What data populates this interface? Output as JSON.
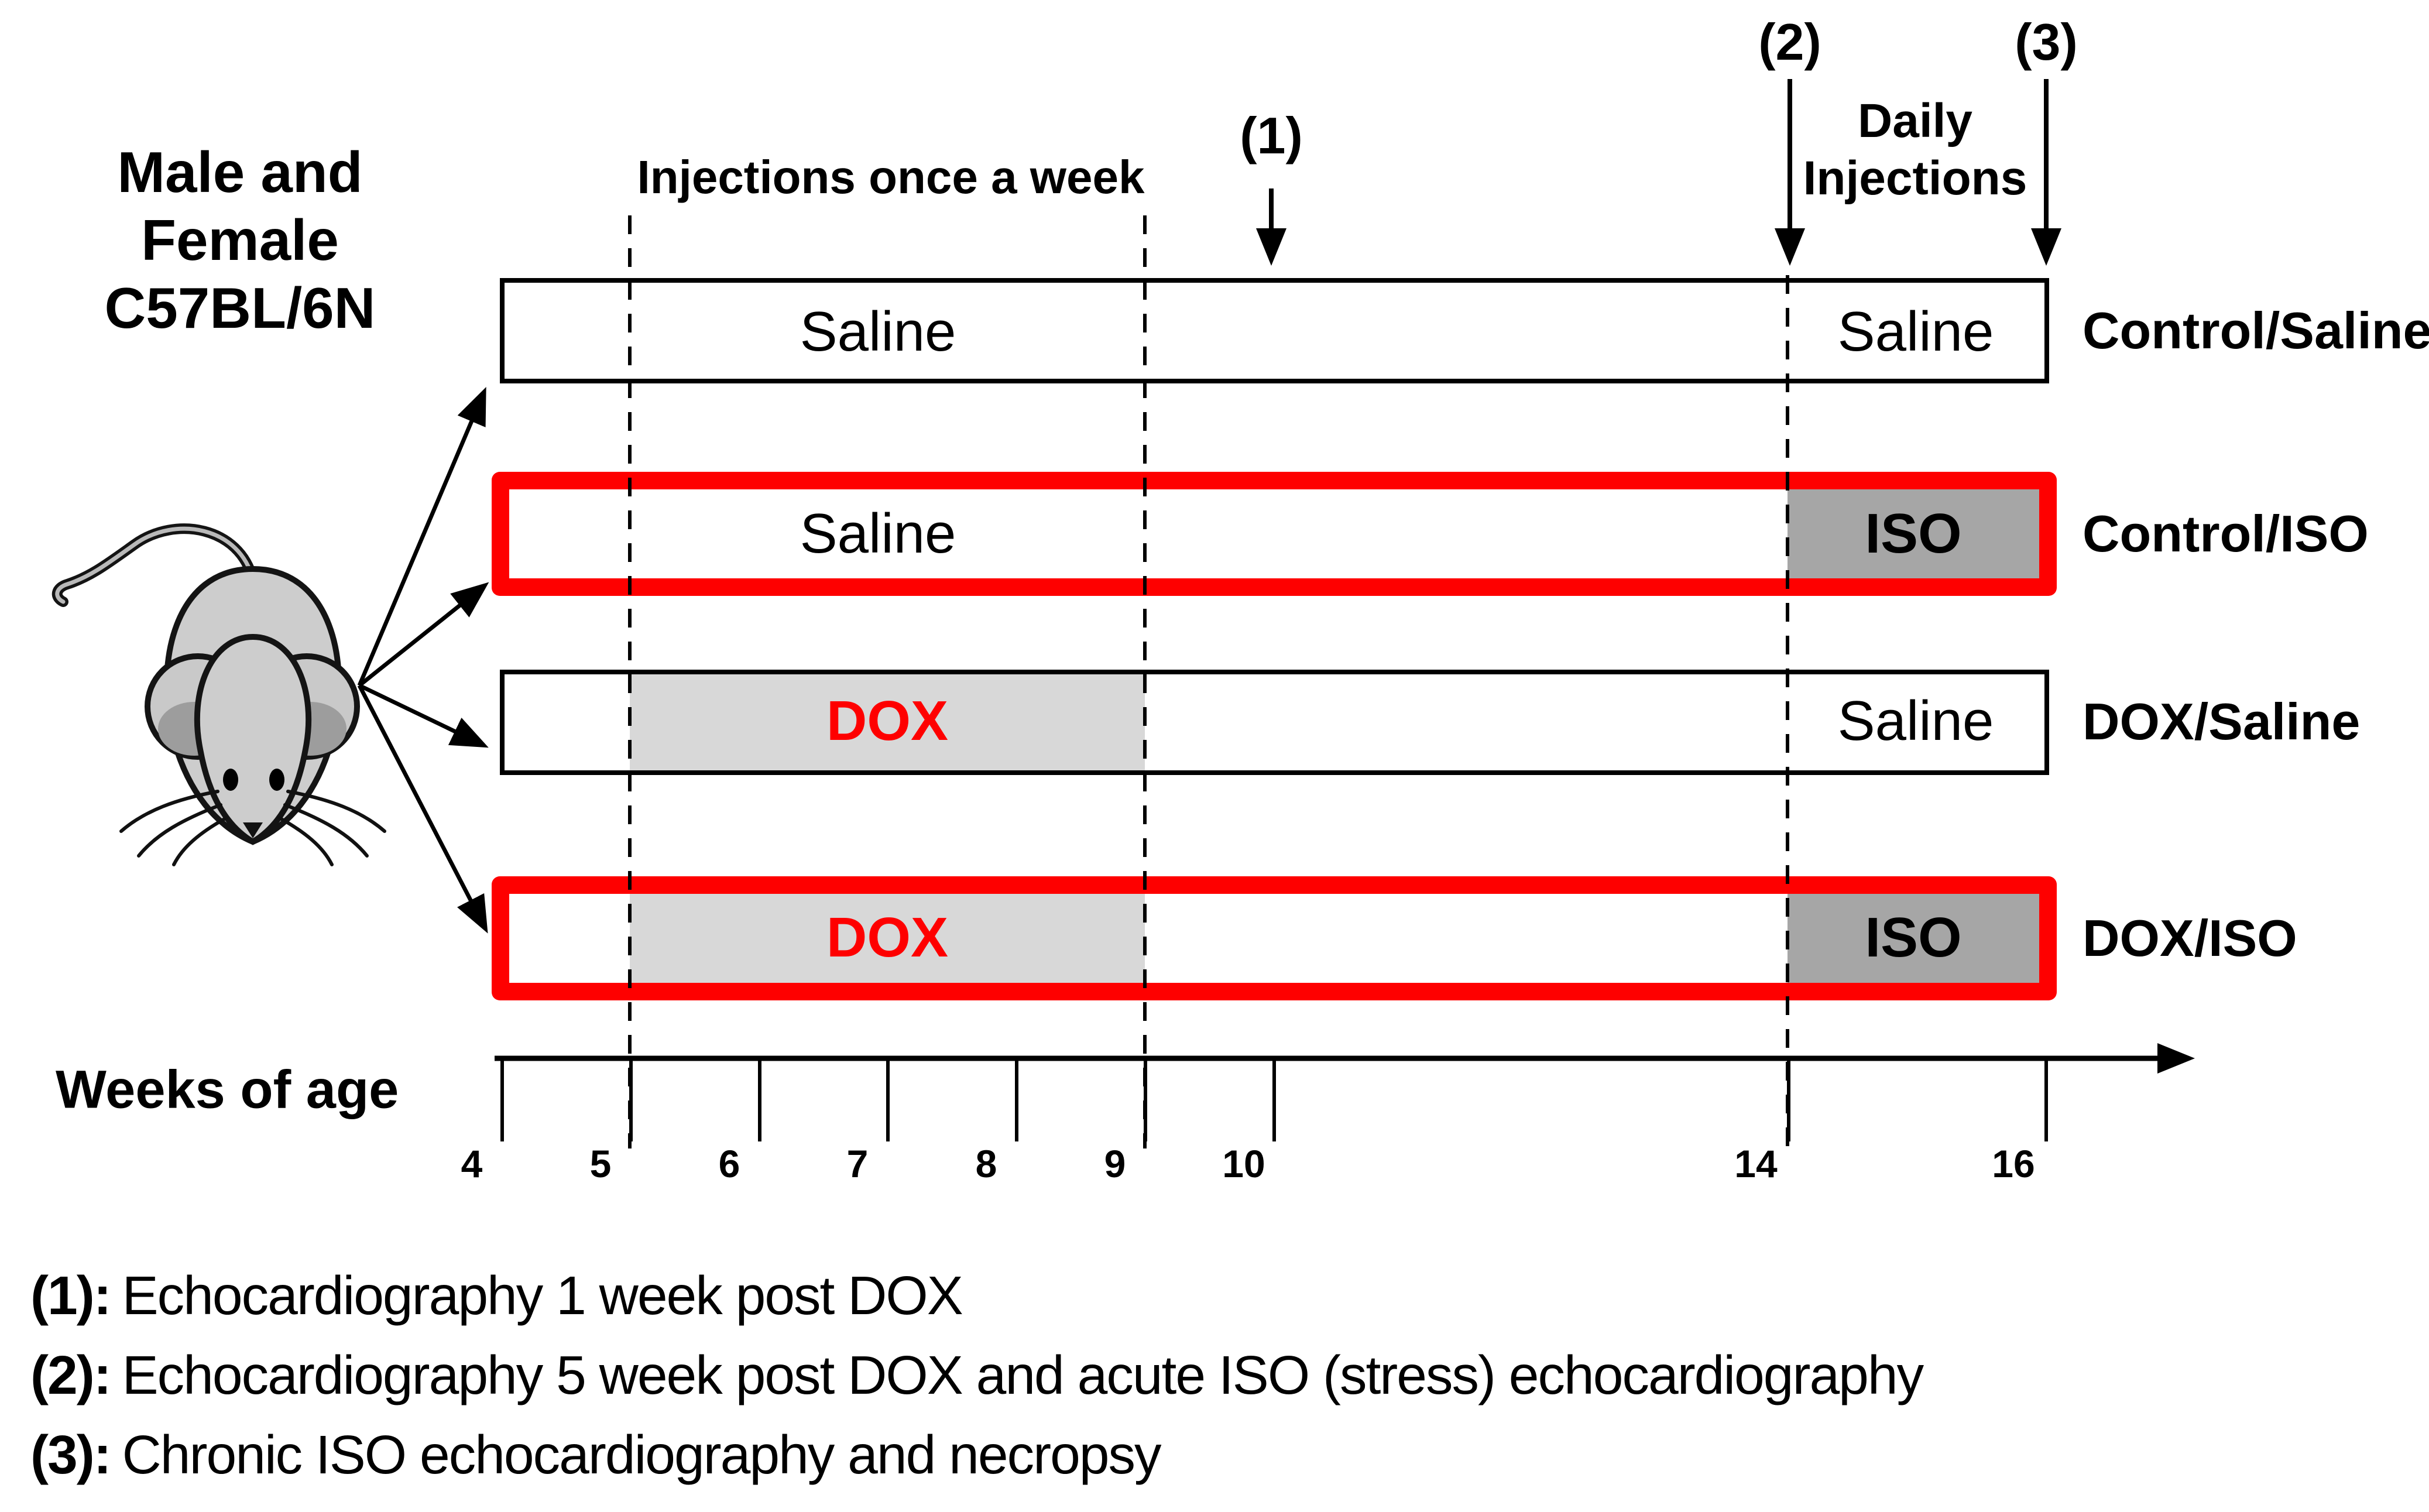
{
  "title": {
    "line1": "Male and Female",
    "line2": "C57BL/6N"
  },
  "annotations": {
    "weekly": "Injections once a week",
    "daily1": "Daily",
    "daily2": "Injections",
    "m1": "(1)",
    "m2": "(2)",
    "m3": "(3)"
  },
  "groups": [
    {
      "name": "Control/Saline",
      "early": "Saline",
      "late": "Saline"
    },
    {
      "name": "Control/ISO",
      "early": "Saline",
      "late": "ISO"
    },
    {
      "name": "DOX/Saline",
      "early": "DOX",
      "late": "Saline"
    },
    {
      "name": "DOX/ISO",
      "early": "DOX",
      "late": "ISO"
    }
  ],
  "axis": {
    "label": "Weeks of age",
    "ticks": [
      "4",
      "5",
      "6",
      "7",
      "8",
      "9",
      "10",
      "14",
      "16"
    ]
  },
  "legend": [
    {
      "marker": "(1):",
      "text": "Echocardiography 1 week post DOX"
    },
    {
      "marker": "(2):",
      "text": "Echocardiography 5 week post DOX and acute ISO (stress) echocardiography"
    },
    {
      "marker": "(3):",
      "text": "Chronic ISO echocardiography and necropsy"
    }
  ],
  "colors": {
    "red": "#fe0000",
    "iso_gray": "#a6a6a6",
    "dox_gray": "#d8d8d8",
    "line_black": "#000000"
  }
}
